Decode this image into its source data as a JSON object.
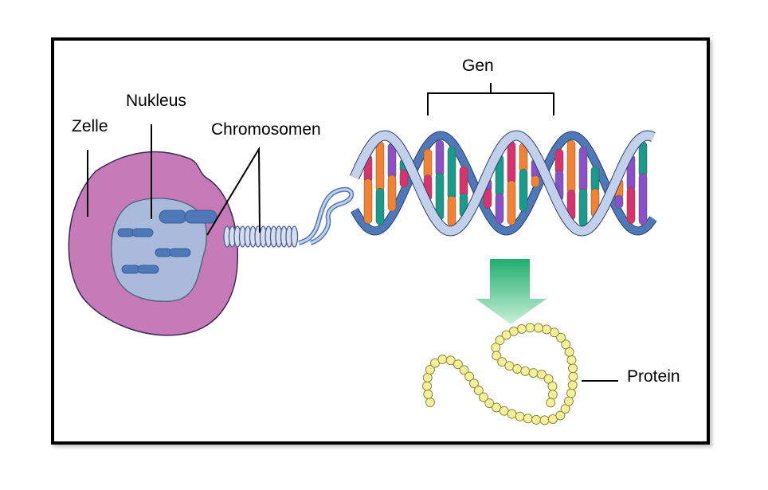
{
  "labels": {
    "cell": "Zelle",
    "nucleus": "Nukleus",
    "chromosomes": "Chromosomen",
    "gene": "Gen",
    "protein": "Protein"
  },
  "colors": {
    "cell": "#c67bb8",
    "nucleus": "#a9badb",
    "chromosome": "#4f78b8",
    "dna_strand_dark": "#4f78b8",
    "dna_strand_light": "#c3d0ea",
    "base_colors": [
      "#d8336f",
      "#f48235",
      "#8a50c8",
      "#1a9a8c"
    ],
    "arrow_top": "#1fae6e",
    "arrow_bottom": "#c8f0d8",
    "protein_bead": "#f5f09a"
  },
  "icons": {
    "arrow": "arrow-down-icon"
  }
}
